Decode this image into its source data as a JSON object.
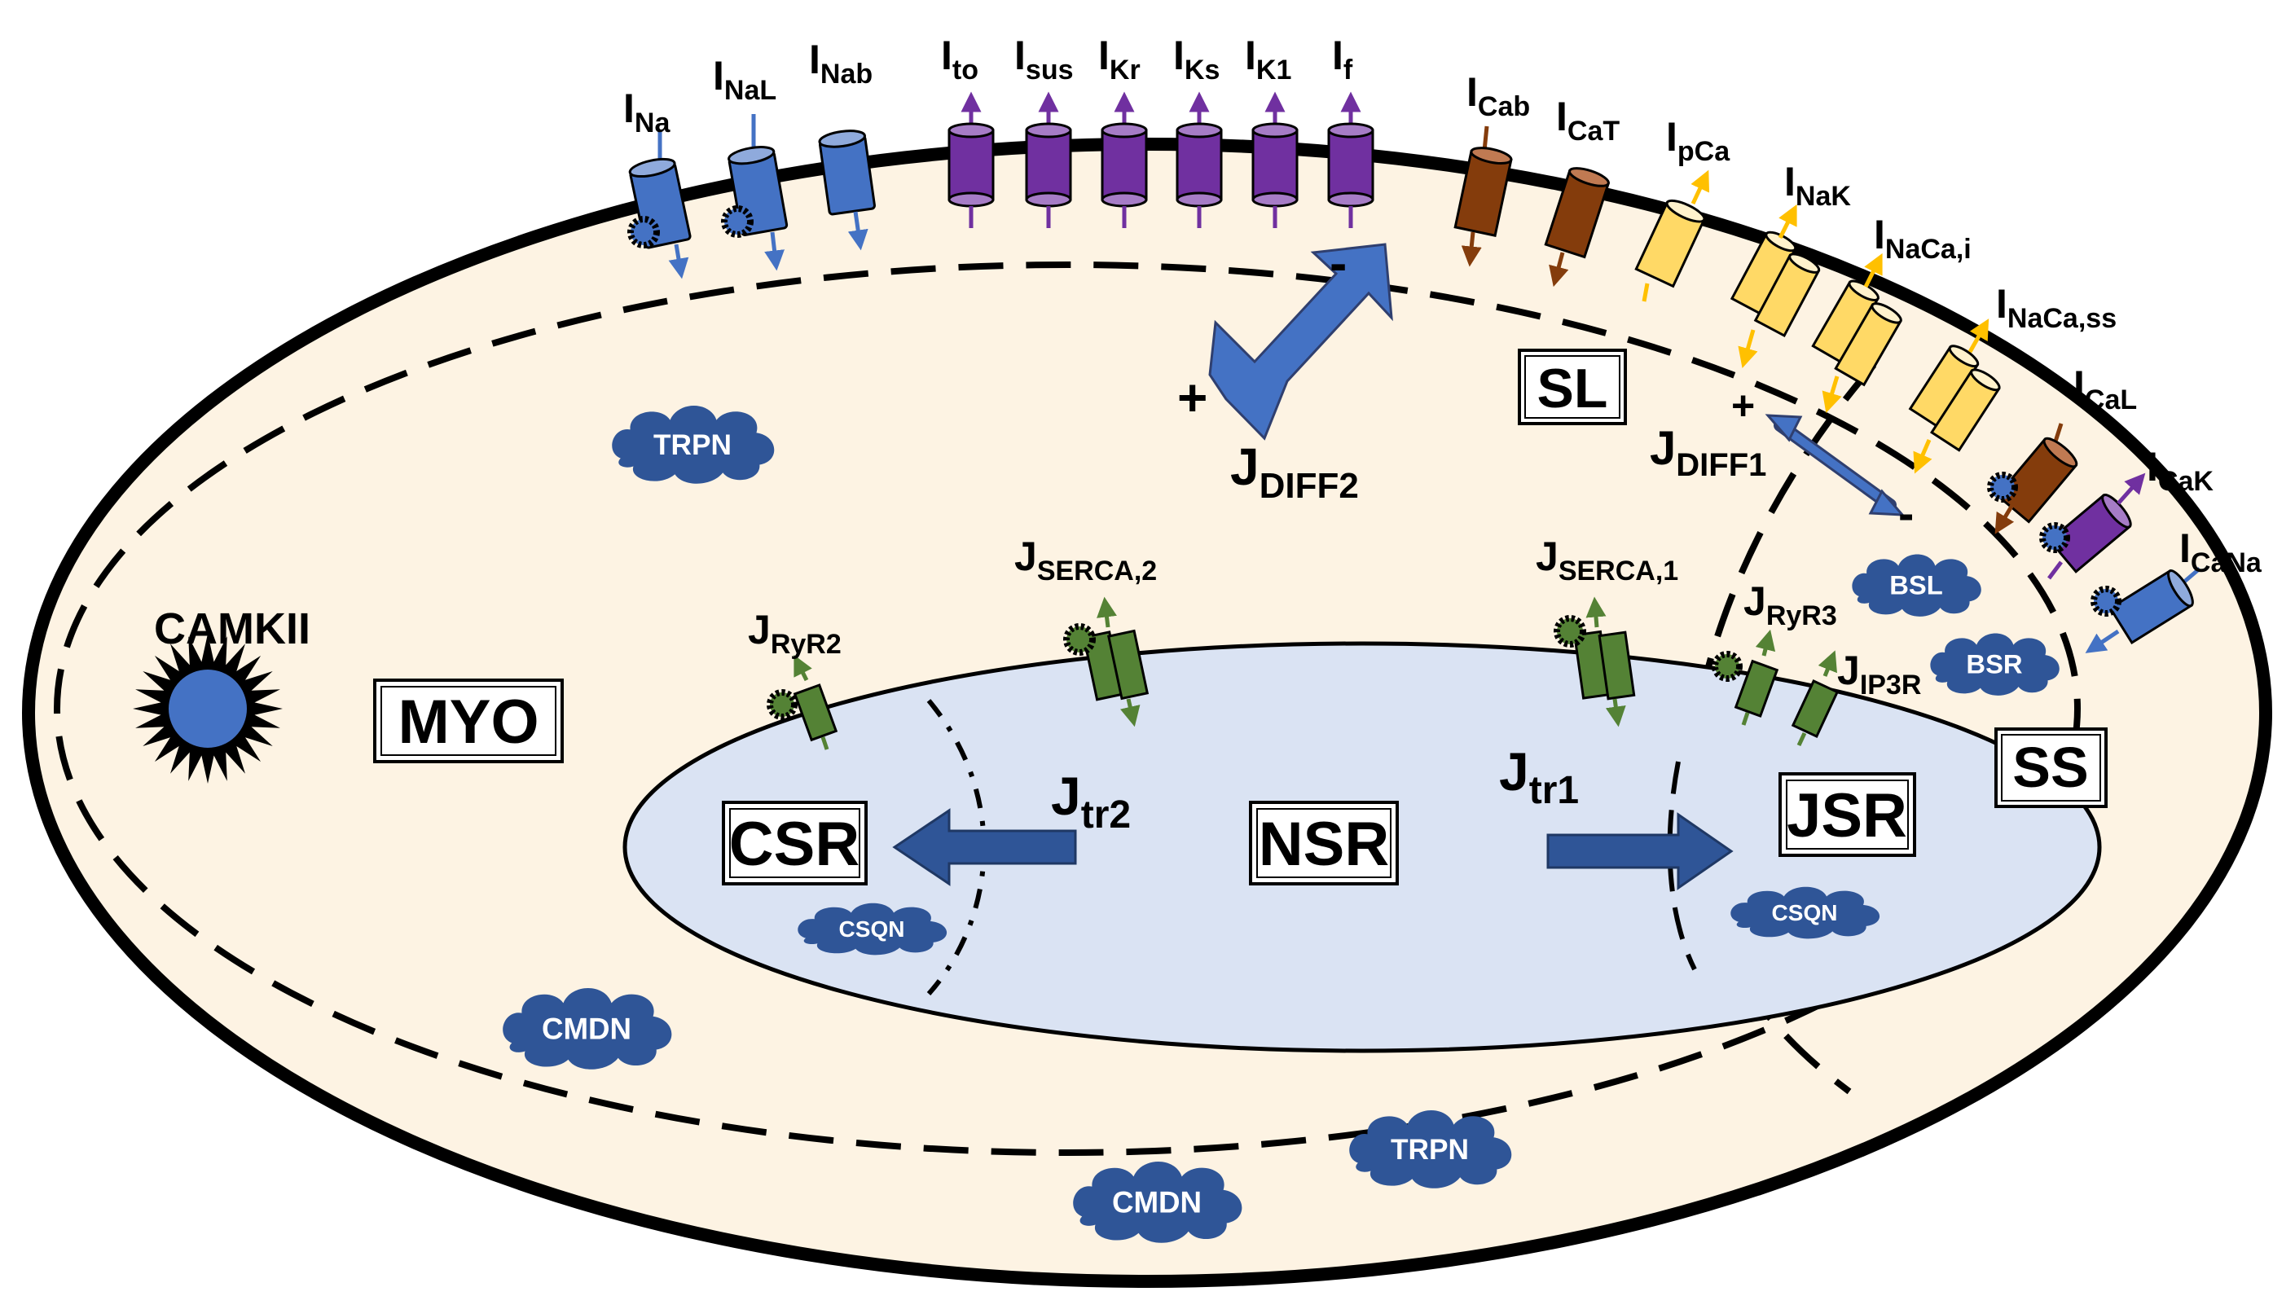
{
  "colors": {
    "cytosol": "#fdf3e3",
    "sr": "#dae3f3",
    "na_channel": "#4472c4",
    "k_channel": "#7030a0",
    "ca_channel": "#843c0c",
    "pump": "#ffd966",
    "pump_arrow": "#ffc000",
    "sr_channel": "#548235",
    "buffer": "#2f5597",
    "transfer_arrow": "#2f5597"
  },
  "compartments": {
    "myo": "MYO",
    "sl": "SL",
    "ss": "SS",
    "nsr": "NSR",
    "csr": "CSR",
    "jsr": "JSR"
  },
  "kinase": "CAMKII",
  "buffers": {
    "trpn": "TRPN",
    "cmdn": "CMDN",
    "csqn": "CSQN",
    "bsl": "BSL",
    "bsr": "BSR"
  },
  "currents": {
    "ina": {
      "main": "I",
      "sub": "Na"
    },
    "inal": {
      "main": "I",
      "sub": "NaL"
    },
    "inab": {
      "main": "I",
      "sub": "Nab"
    },
    "ito": {
      "main": "I",
      "sub": "to"
    },
    "isus": {
      "main": "I",
      "sub": "sus"
    },
    "ikr": {
      "main": "I",
      "sub": "Kr"
    },
    "iks": {
      "main": "I",
      "sub": "Ks"
    },
    "ik1": {
      "main": "I",
      "sub": "K1"
    },
    "if": {
      "main": "I",
      "sub": "f"
    },
    "icab": {
      "main": "I",
      "sub": "Cab"
    },
    "icat": {
      "main": "I",
      "sub": "CaT"
    },
    "ipca": {
      "main": "I",
      "sub": "pCa"
    },
    "inak": {
      "main": "I",
      "sub": "NaK"
    },
    "inacai": {
      "main": "I",
      "sub": "NaCa,i"
    },
    "inacass": {
      "main": "I",
      "sub": "NaCa,ss"
    },
    "ical": {
      "main": "I",
      "sub": "CaL"
    },
    "icak": {
      "main": "I",
      "sub": "CaK"
    },
    "icana": {
      "main": "I",
      "sub": "CaNa"
    }
  },
  "fluxes": {
    "jdiff2": {
      "main": "J",
      "sub": "DIFF2"
    },
    "jdiff1": {
      "main": "J",
      "sub": "DIFF1"
    },
    "jserca2": {
      "main": "J",
      "sub": "SERCA,2"
    },
    "jserca1": {
      "main": "J",
      "sub": "SERCA,1"
    },
    "jryr2": {
      "main": "J",
      "sub": "RyR2"
    },
    "jryr3": {
      "main": "J",
      "sub": "RyR3"
    },
    "jip3r": {
      "main": "J",
      "sub": "IP3R"
    },
    "jtr2": {
      "main": "J",
      "sub": "tr2"
    },
    "jtr1": {
      "main": "J",
      "sub": "tr1"
    }
  },
  "signs": {
    "diff2_plus": "+",
    "diff2_minus": "-",
    "diff1_plus": "+",
    "diff1_minus": "-"
  }
}
